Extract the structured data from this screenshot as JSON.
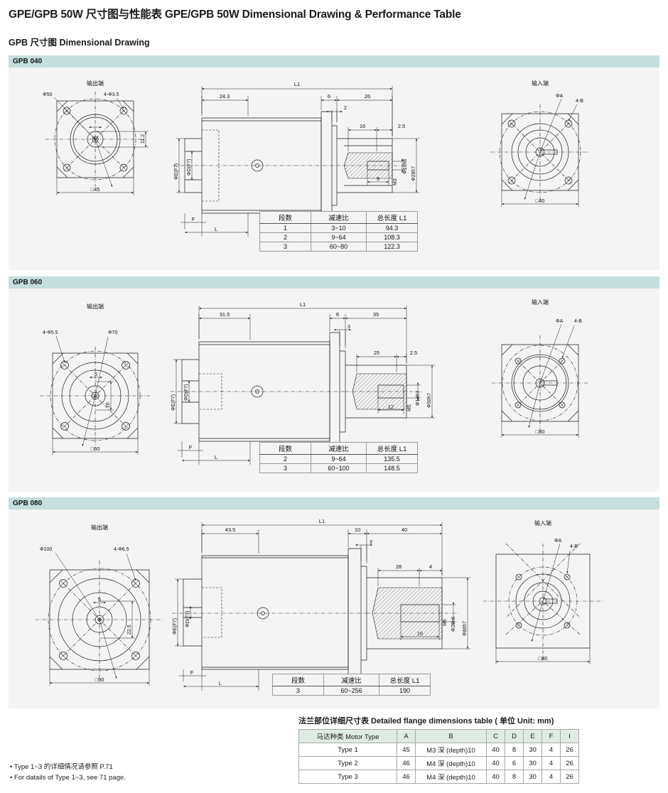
{
  "header": {
    "title": "GPE/GPB 50W 尺寸图与性能表 GPE/GPB 50W Dimensional Drawing & Performance Table",
    "section": "GPB 尺寸图 Dimensional Drawing"
  },
  "labels": {
    "output_end": "输出端",
    "input_end": "输入端",
    "phi_A": "ΦA",
    "four_B": "4-B",
    "L1": "L1",
    "L": "L",
    "F": "F",
    "phi_E": "ΦE(F7)",
    "phi_D": "ΦD(F7)"
  },
  "sections": [
    {
      "band": "GPB 040",
      "front": {
        "bolt_circle": "Φ50",
        "holes": "4-Φ3.5",
        "square": "□45",
        "key_h": "11.2"
      },
      "side": {
        "d1": "24.3",
        "d2": "6",
        "d3": "26",
        "d4": "2",
        "d5": "16",
        "d6": "2.5",
        "d7": "9",
        "thread": "M3",
        "shaft_dia": "Φ10h6",
        "flange_dia": "Φ28h7"
      },
      "rear": {
        "square": "□40"
      },
      "table": {
        "headers": [
          "段数",
          "减速比",
          "总长度 L1"
        ],
        "rows": [
          [
            "1",
            "3~10",
            "94.3"
          ],
          [
            "2",
            "9~64",
            "108.3"
          ],
          [
            "3",
            "60~80",
            "122.3"
          ]
        ]
      }
    },
    {
      "band": "GPB 060",
      "front": {
        "bolt_circle": "Φ70",
        "holes": "4-Φ5.5",
        "square": "□60",
        "key_w": "5",
        "key_h": "16"
      },
      "side": {
        "d1": "31.5",
        "d2": "8",
        "d3": "35",
        "d4": "3",
        "d5": "25",
        "d6": "2.5",
        "d7": "12",
        "thread": "M5",
        "shaft_dia": "Φ14h7",
        "flange_dia": "Φ50h7"
      },
      "rear": {
        "square": "□80"
      },
      "table": {
        "headers": [
          "段数",
          "减速比",
          "总长度 L1"
        ],
        "rows": [
          [
            "2",
            "9~64",
            "135.5"
          ],
          [
            "3",
            "60~100",
            "148.5"
          ]
        ]
      }
    },
    {
      "band": "GPB 080",
      "front": {
        "bolt_circle": "Φ100",
        "holes": "4-Φ6.5",
        "square": "□90",
        "key_w": "5",
        "key_h": "22.5"
      },
      "side": {
        "d1": "43.5",
        "d2": "10",
        "d3": "40",
        "d4": "3",
        "d5": "28",
        "d6": "4",
        "d7": "16",
        "thread": "M6",
        "shaft_dia": "Φ20h6",
        "flange_dia": "Φ80h7"
      },
      "rear": {
        "square": "□80"
      },
      "table": {
        "headers": [
          "段数",
          "减速比",
          "总长度 L1"
        ],
        "rows": [
          [
            "3",
            "60~256",
            "190"
          ]
        ]
      }
    }
  ],
  "flange_table": {
    "title": "法兰部位详细尺寸表 Detailed flange dimensions table ( 单位 Unit: mm)",
    "headers": [
      "马达种类 Motor Type",
      "A",
      "B",
      "C",
      "D",
      "E",
      "F",
      "I"
    ],
    "rows": [
      [
        "Type 1",
        "45",
        "M3 深 (depth)10",
        "40",
        "8",
        "30",
        "4",
        "26"
      ],
      [
        "Type 2",
        "46",
        "M4 深 (depth)10",
        "40",
        "6",
        "30",
        "4",
        "26"
      ],
      [
        "Type 3",
        "46",
        "M4 深 (depth)10",
        "40",
        "8",
        "30",
        "4",
        "26"
      ]
    ]
  },
  "notes": [
    "• Type 1~3 的详细情况请参照 P.71",
    "• For datails of Type 1~3, see 71 page."
  ]
}
